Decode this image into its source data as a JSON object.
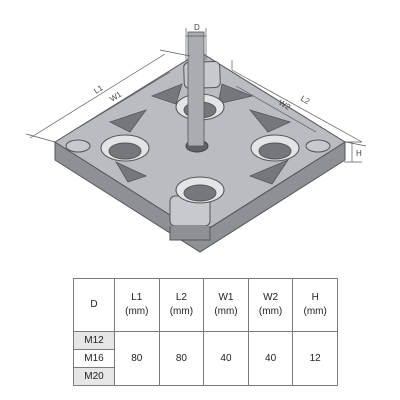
{
  "drawing": {
    "dim_labels": {
      "D": "D",
      "L1": "L1",
      "W1": "W1",
      "L2": "L2",
      "W2": "W2",
      "H": "H"
    },
    "colors": {
      "top": "#b9bcc1",
      "side": "#8d9196",
      "hole": "#74787d",
      "line": "#5a5a5a"
    }
  },
  "table": {
    "headers": [
      {
        "name": "D",
        "unit": ""
      },
      {
        "name": "L1",
        "unit": "(mm)"
      },
      {
        "name": "L2",
        "unit": "(mm)"
      },
      {
        "name": "W1",
        "unit": "(mm)"
      },
      {
        "name": "W2",
        "unit": "(mm)"
      },
      {
        "name": "H",
        "unit": "(mm)"
      }
    ],
    "sizes": [
      "M12",
      "M16",
      "M20"
    ],
    "values": {
      "L1": "80",
      "L2": "80",
      "W1": "40",
      "W2": "40",
      "H": "12"
    }
  }
}
